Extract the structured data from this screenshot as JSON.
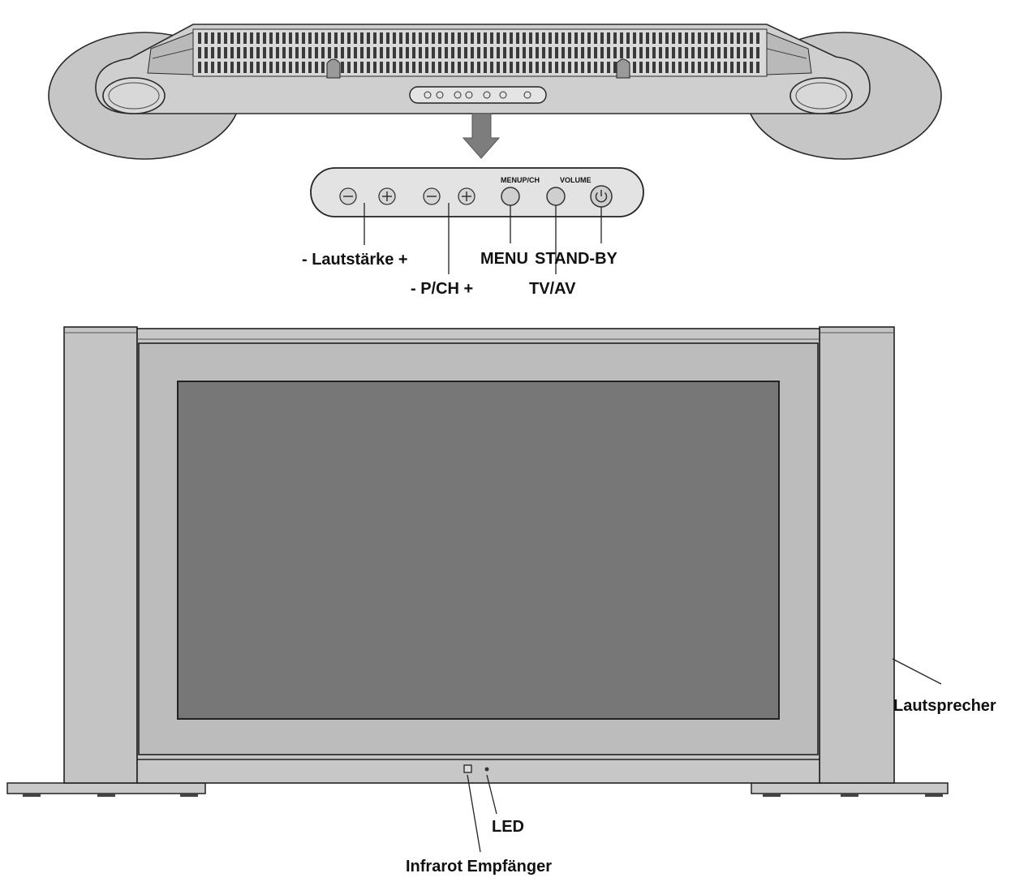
{
  "labels": {
    "volume": "- Lautstärke +",
    "channel": "- P/CH +",
    "menu": "MENU",
    "standby": "STAND-BY",
    "tvav": "TV/AV",
    "speaker": "Lautsprecher",
    "led": "LED",
    "infrared": "Infrarot Empfänger",
    "panel_print_1": "MENUP/CH",
    "panel_print_2": "VOLUME"
  },
  "colors": {
    "stand": "#c6c6c6",
    "frame": "#bdbdbd",
    "screen": "#777777",
    "outline": "#2a2a2a",
    "arrow": "#7d7d7d"
  }
}
